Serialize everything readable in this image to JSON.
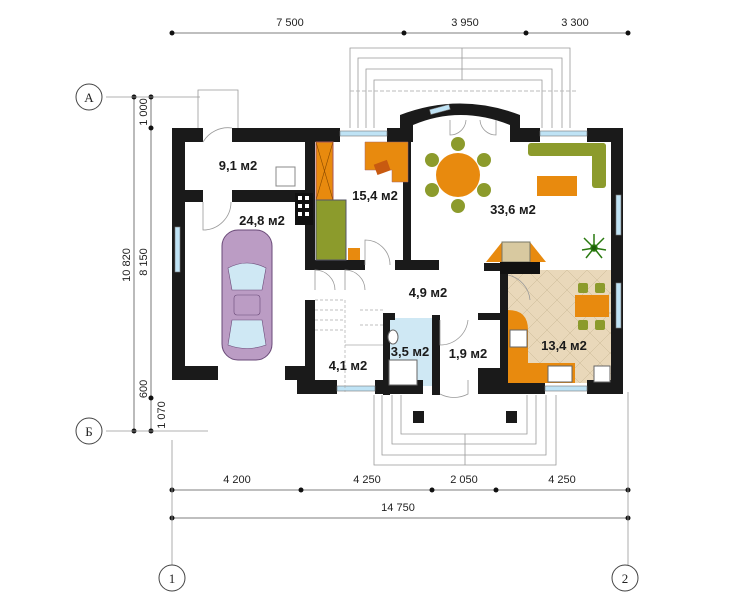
{
  "title": "Floor plan",
  "dimensions": {
    "top": [
      "7 500",
      "3 950",
      "3 300"
    ],
    "bottom": [
      "4 200",
      "4 250",
      "2 050",
      "4 250"
    ],
    "total_width": "14 750",
    "left_outer": "10 820",
    "left_inner": [
      "1 000",
      "8 150",
      "600",
      "1 070"
    ]
  },
  "axes": {
    "row_a": "А",
    "row_b": "Б",
    "col_1": "1",
    "col_2": "2"
  },
  "rooms": {
    "storage": "9,1 м2",
    "garage": "24,8 м2",
    "bedroom": "15,4 м2",
    "living": "33,6 м2",
    "hall": "4,9 м2",
    "stairs": "4,1 м2",
    "bathroom": "3,5 м2",
    "vestibule": "1,9 м2",
    "kitchen": "13,4 м2"
  },
  "colors": {
    "furniture_orange": "#e88a0e",
    "furniture_olive": "#8c9b2c",
    "car": "#bb9cc4",
    "tile_blue": "#cfe8f4",
    "kitchen_floor": "#e9d8ba"
  }
}
